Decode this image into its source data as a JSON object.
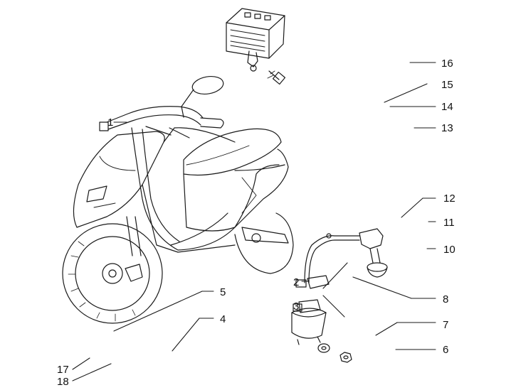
{
  "diagram": {
    "callouts": [
      {
        "id": "c16",
        "label": "16"
      },
      {
        "id": "c15",
        "label": "15"
      },
      {
        "id": "c14",
        "label": "14"
      },
      {
        "id": "c13",
        "label": "13"
      },
      {
        "id": "c12",
        "label": "12"
      },
      {
        "id": "c11",
        "label": "11"
      },
      {
        "id": "c10",
        "label": "10"
      },
      {
        "id": "c8",
        "label": "8"
      },
      {
        "id": "c7",
        "label": "7"
      },
      {
        "id": "c6",
        "label": "6"
      },
      {
        "id": "c5",
        "label": "5"
      },
      {
        "id": "c4",
        "label": "4"
      },
      {
        "id": "c17",
        "label": "17"
      },
      {
        "id": "c18",
        "label": "18"
      }
    ],
    "inline_marks": [
      {
        "id": "m1",
        "label": "1"
      },
      {
        "id": "m2",
        "label": "2"
      },
      {
        "id": "m3",
        "label": "3"
      }
    ]
  }
}
